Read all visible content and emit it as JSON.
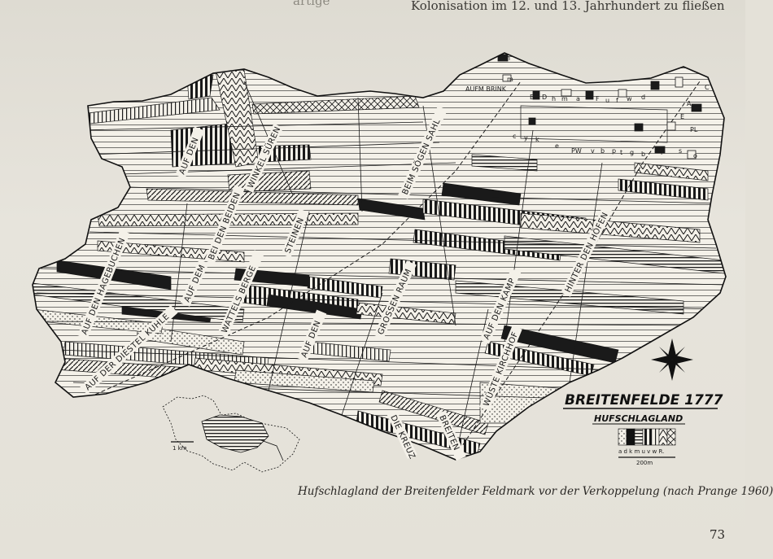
{
  "book": {
    "top_left_fragment": "artige",
    "top_right_fragment": "Kolonisation im 12. und 13. Jahrhundert zu fließen",
    "caption": "Hufschlagland der Breitenfelder Feldmark vor der Verkoppelung (nach Prange 1960)",
    "page_number": "73"
  },
  "map": {
    "title": "BREITENFELDE 1777",
    "subtitle": "HUFSCHLAGLAND",
    "inset_scale": "1 km",
    "legend_letters": "a d k m u v w R.",
    "legend_scale": "200m",
    "field_names": [
      "AUF DEN",
      "WINKEL SÜREN",
      "BEIM SÖGEN SAHL",
      "BEI DEN BEIDEN",
      "STEINEN",
      "AUF DEN HAGEBUCHEN",
      "AUF DEM",
      "WATTELS BERGE",
      "AUF DEN",
      "GROSSEN RAUM",
      "AUF DEN KAMP",
      "HINTER DEN HÖFEN",
      "AUF DER DIESTEL KUHLE",
      "DIE KREUZ",
      "BREITEN",
      "WÜSTE KIRCHHOF",
      "AUFM BRINK"
    ],
    "village_letters": [
      "n",
      "m",
      "B",
      "D",
      "h",
      "m",
      "a",
      "F",
      "u",
      "f",
      "w",
      "d",
      "C",
      "A",
      "E",
      "PL",
      "c",
      "y",
      "k",
      "e",
      "PW",
      "v",
      "b",
      "p",
      "t",
      "g",
      "b",
      "r",
      "s",
      "o"
    ]
  }
}
